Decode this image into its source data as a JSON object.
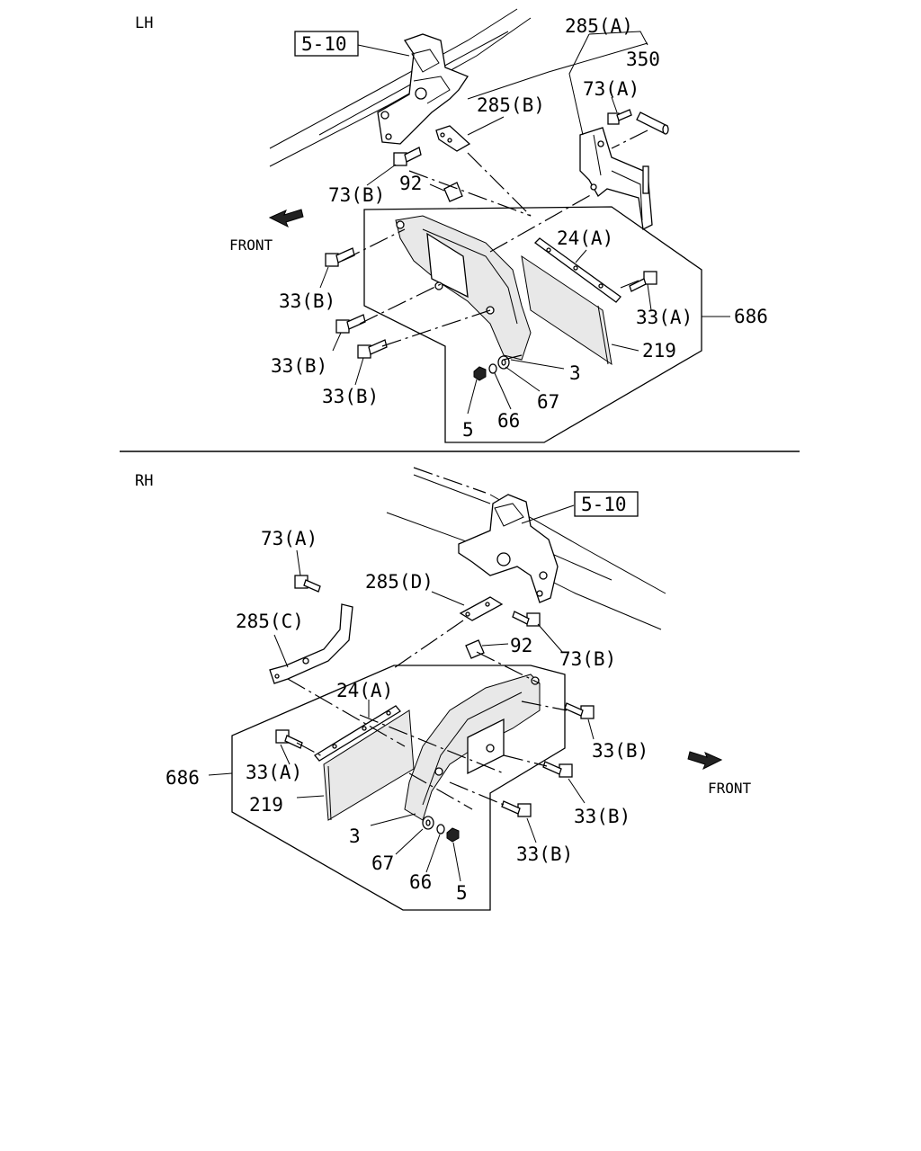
{
  "sections": {
    "lh": {
      "title": "LH"
    },
    "rh": {
      "title": "RH"
    }
  },
  "front_label": "FRONT",
  "lh_labels": {
    "ref_5_10": "5-10",
    "p285a": "285(A)",
    "p350": "350",
    "p73a": "73(A)",
    "p285b": "285(B)",
    "p73b": "73(B)",
    "p92": "92",
    "p24a": "24(A)",
    "p33b_1": "33(B)",
    "p33a": "33(A)",
    "p686": "686",
    "p33b_2": "33(B)",
    "p219": "219",
    "p3": "3",
    "p33b_3": "33(B)",
    "p67": "67",
    "p66": "66",
    "p5": "5"
  },
  "rh_labels": {
    "ref_5_10": "5-10",
    "p73a": "73(A)",
    "p285d": "285(D)",
    "p285c": "285(C)",
    "p92": "92",
    "p73b": "73(B)",
    "p24a": "24(A)",
    "p33b_1": "33(B)",
    "p33a": "33(A)",
    "p686": "686",
    "p33b_2": "33(B)",
    "p219": "219",
    "p3": "3",
    "p33b_3": "33(B)",
    "p67": "67",
    "p66": "66",
    "p5": "5"
  }
}
